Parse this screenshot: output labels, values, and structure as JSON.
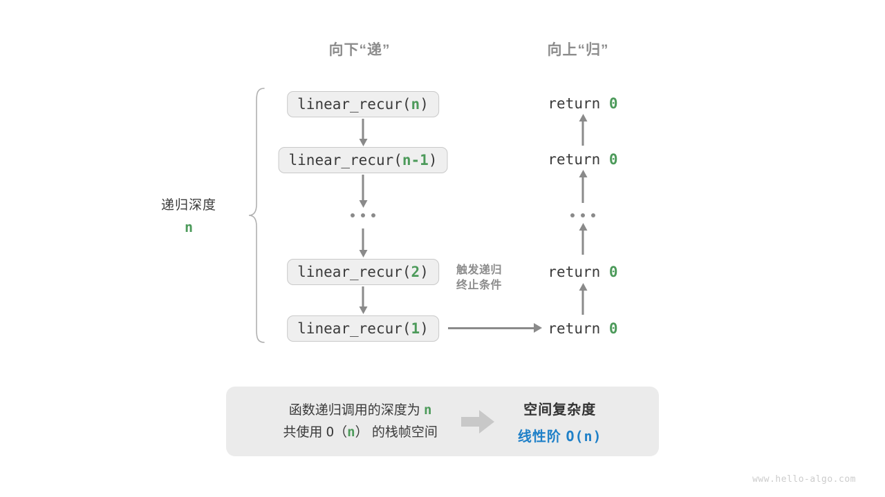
{
  "headers": {
    "down": "向下“递”",
    "up": "向上“归”"
  },
  "depth_annotation": {
    "title": "递归深度",
    "variable": "n"
  },
  "trigger_annotation": {
    "line1": "触发递归",
    "line2": "终止条件"
  },
  "call_stack": [
    {
      "prefix": "linear_recur(",
      "arg": "n",
      "suffix": ")"
    },
    {
      "prefix": "linear_recur(",
      "arg": "n-1",
      "suffix": ")"
    },
    {
      "prefix": "linear_recur(",
      "arg": "2",
      "suffix": ")"
    },
    {
      "prefix": "linear_recur(",
      "arg": "1",
      "suffix": ")"
    }
  ],
  "returns": [
    {
      "keyword": "return",
      "value": "0"
    },
    {
      "keyword": "return",
      "value": "0"
    },
    {
      "keyword": "return",
      "value": "0"
    },
    {
      "keyword": "return",
      "value": "0"
    }
  ],
  "ellipsis": "...",
  "summary": {
    "line1_a": "函数递归调用的深度为 ",
    "line1_var": "n",
    "line2_a": "共使用 ",
    "line2_b": "O（",
    "line2_var": "n",
    "line2_c": "）",
    "line2_d": " 的栈帧空间",
    "result_title": "空间复杂度",
    "result_label": "线性阶 ",
    "result_value": "O(n)"
  },
  "watermark": "www.hello-algo.com",
  "colors": {
    "green": "#4c9a5a",
    "blue": "#1f80c8",
    "gray_text": "#3a3a3a",
    "gray_muted": "#8c8c8c",
    "box_fill": "#efefef",
    "box_border": "#c9c9c9",
    "summary_fill": "#ebebeb",
    "arrow": "#8a8a8a"
  }
}
